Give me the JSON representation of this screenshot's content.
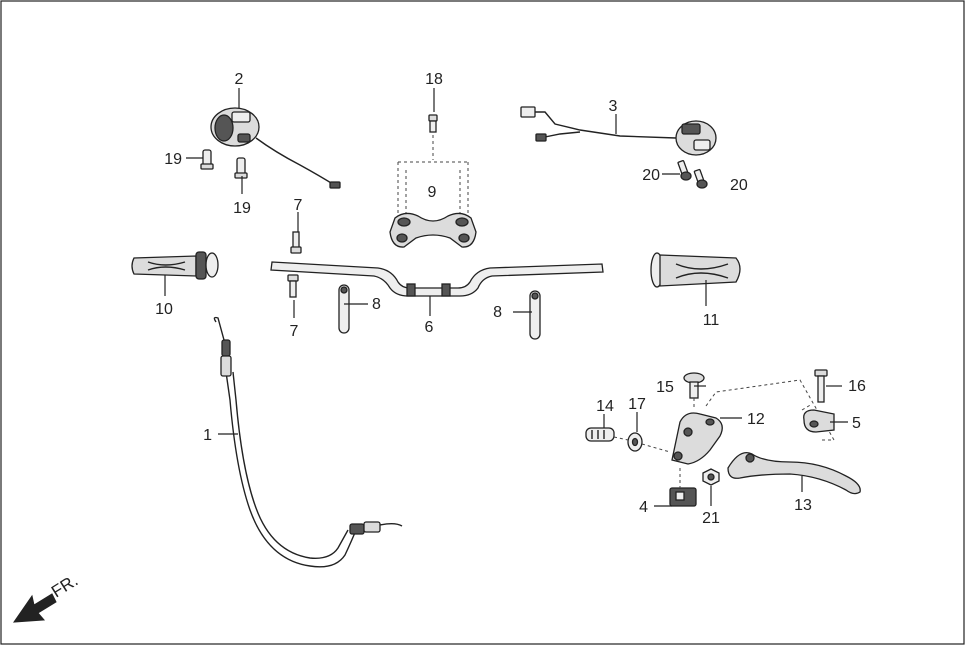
{
  "direction": {
    "text": "FR.",
    "icon": "arrow-down-left-icon"
  },
  "callouts": [
    {
      "id": "c1",
      "label": "1"
    },
    {
      "id": "c2",
      "label": "2"
    },
    {
      "id": "c3",
      "label": "3"
    },
    {
      "id": "c4",
      "label": "4"
    },
    {
      "id": "c5",
      "label": "5"
    },
    {
      "id": "c6",
      "label": "6"
    },
    {
      "id": "c7a",
      "label": "7"
    },
    {
      "id": "c7b",
      "label": "7"
    },
    {
      "id": "c8a",
      "label": "8"
    },
    {
      "id": "c8b",
      "label": "8"
    },
    {
      "id": "c9",
      "label": "9"
    },
    {
      "id": "c10",
      "label": "10"
    },
    {
      "id": "c11",
      "label": "11"
    },
    {
      "id": "c12",
      "label": "12"
    },
    {
      "id": "c13",
      "label": "13"
    },
    {
      "id": "c14",
      "label": "14"
    },
    {
      "id": "c15",
      "label": "15"
    },
    {
      "id": "c16",
      "label": "16"
    },
    {
      "id": "c17",
      "label": "17"
    },
    {
      "id": "c18",
      "label": "18"
    },
    {
      "id": "c19a",
      "label": "19"
    },
    {
      "id": "c19b",
      "label": "19"
    },
    {
      "id": "c20a",
      "label": "20"
    },
    {
      "id": "c20b",
      "label": "20"
    },
    {
      "id": "c21",
      "label": "21"
    }
  ]
}
